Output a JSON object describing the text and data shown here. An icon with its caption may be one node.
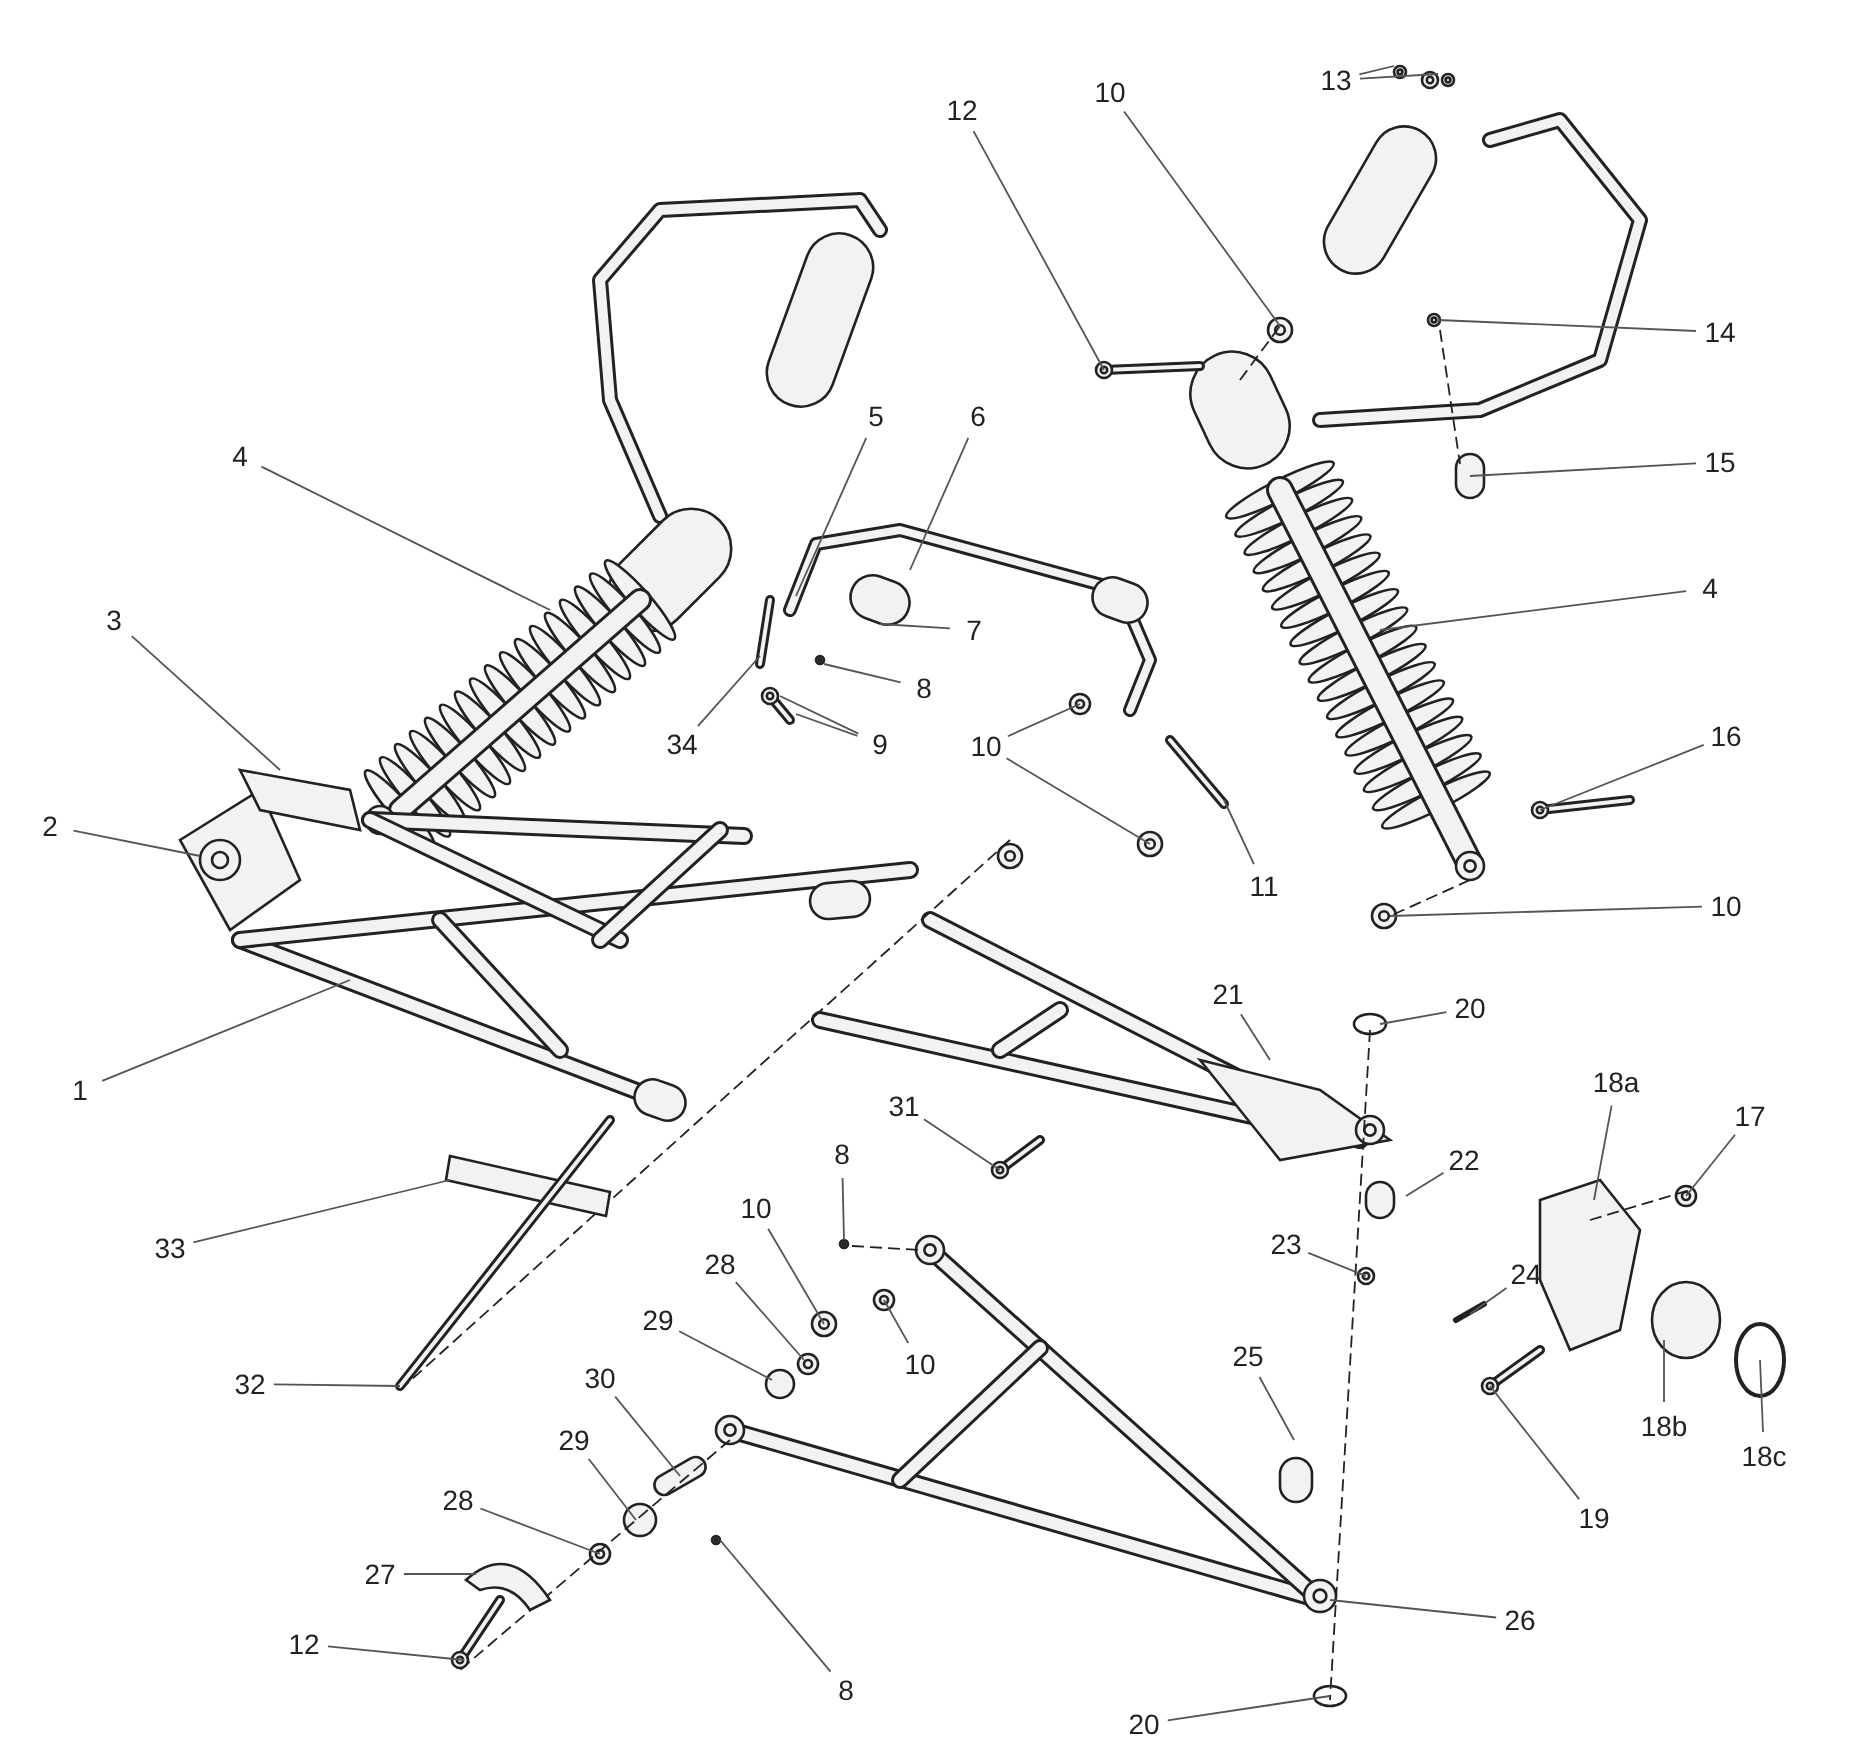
{
  "diagram": {
    "nodes": [
      {
        "text": [
          "13"
        ]
      },
      {
        "text": [
          "10"
        ]
      },
      {
        "text": [
          "12"
        ]
      },
      {
        "text": [
          "14"
        ]
      },
      {
        "text": [
          "6"
        ]
      },
      {
        "text": [
          "5"
        ]
      },
      {
        "text": [
          "4"
        ]
      },
      {
        "text": [
          "15"
        ]
      },
      {
        "text": [
          "4"
        ]
      },
      {
        "text": [
          "3"
        ]
      },
      {
        "text": [
          "7"
        ]
      },
      {
        "text": [
          "8"
        ]
      },
      {
        "text": [
          "34"
        ]
      },
      {
        "text": [
          "9"
        ]
      },
      {
        "text": [
          "16"
        ]
      },
      {
        "text": [
          "2"
        ]
      },
      {
        "text": [
          "10"
        ]
      },
      {
        "text": [
          "11"
        ]
      },
      {
        "text": [
          "10"
        ]
      },
      {
        "text": [
          "21"
        ]
      },
      {
        "text": [
          "20"
        ]
      },
      {
        "text": [
          "18a"
        ]
      },
      {
        "text": [
          "1"
        ]
      },
      {
        "text": [
          "31"
        ]
      },
      {
        "text": [
          "17"
        ]
      },
      {
        "text": [
          "22"
        ]
      },
      {
        "text": [
          "8"
        ]
      },
      {
        "text": [
          "33"
        ]
      },
      {
        "text": [
          "10"
        ]
      },
      {
        "text": [
          "23"
        ]
      },
      {
        "text": [
          "28"
        ]
      },
      {
        "text": [
          "24"
        ]
      },
      {
        "text": [
          "29"
        ]
      },
      {
        "text": [
          "10"
        ]
      },
      {
        "text": [
          "25"
        ]
      },
      {
        "text": [
          "30"
        ]
      },
      {
        "text": [
          "32"
        ]
      },
      {
        "text": [
          "18b"
        ]
      },
      {
        "text": [
          "29"
        ]
      },
      {
        "text": [
          "18c"
        ]
      },
      {
        "text": [
          "28"
        ]
      },
      {
        "text": [
          "19"
        ]
      },
      {
        "text": [
          "27"
        ]
      },
      {
        "text": [
          "26"
        ]
      },
      {
        "text": [
          "12"
        ]
      },
      {
        "text": [
          "8"
        ]
      },
      {
        "text": [
          "20"
        ]
      }
    ],
    "edges": [
      {
        "from": 0,
        "to": null,
        "arrow": "none"
      },
      {
        "from": 0,
        "to": null,
        "arrow": "none"
      },
      {
        "from": 1,
        "to": null,
        "arrow": "none"
      },
      {
        "from": 2,
        "to": null,
        "arrow": "none"
      },
      {
        "from": 3,
        "to": null,
        "arrow": "none"
      },
      {
        "from": 4,
        "to": null,
        "arrow": "none"
      },
      {
        "from": 5,
        "to": null,
        "arrow": "none"
      },
      {
        "from": 6,
        "to": null,
        "arrow": "none"
      },
      {
        "from": 7,
        "to": null,
        "arrow": "none"
      },
      {
        "from": 8,
        "to": null,
        "arrow": "none"
      },
      {
        "from": 9,
        "to": null,
        "arrow": "none"
      },
      {
        "from": 10,
        "to": null,
        "arrow": "none"
      },
      {
        "from": 11,
        "to": null,
        "arrow": "none"
      },
      {
        "from": 12,
        "to": null,
        "arrow": "none"
      },
      {
        "from": 13,
        "to": null,
        "arrow": "none"
      },
      {
        "from": 13,
        "to": null,
        "arrow": "none"
      },
      {
        "from": 14,
        "to": null,
        "arrow": "none"
      },
      {
        "from": 15,
        "to": null,
        "arrow": "none"
      },
      {
        "from": 16,
        "to": null,
        "arrow": "none"
      },
      {
        "from": 16,
        "to": null,
        "arrow": "none"
      },
      {
        "from": 17,
        "to": null,
        "arrow": "none"
      },
      {
        "from": 18,
        "to": null,
        "arrow": "none"
      },
      {
        "from": 19,
        "to": null,
        "arrow": "none"
      },
      {
        "from": 20,
        "to": null,
        "arrow": "none"
      },
      {
        "from": 21,
        "to": null,
        "arrow": "none"
      },
      {
        "from": 22,
        "to": null,
        "arrow": "none"
      },
      {
        "from": 23,
        "to": null,
        "arrow": "none"
      },
      {
        "from": 24,
        "to": null,
        "arrow": "none"
      },
      {
        "from": 25,
        "to": null,
        "arrow": "none"
      },
      {
        "from": 26,
        "to": null,
        "arrow": "none"
      },
      {
        "from": 27,
        "to": null,
        "arrow": "none"
      },
      {
        "from": 28,
        "to": null,
        "arrow": "none"
      },
      {
        "from": 29,
        "to": null,
        "arrow": "none"
      },
      {
        "from": 30,
        "to": null,
        "arrow": "none"
      },
      {
        "from": 31,
        "to": null,
        "arrow": "none"
      },
      {
        "from": 32,
        "to": null,
        "arrow": "none"
      },
      {
        "from": 33,
        "to": null,
        "arrow": "none"
      },
      {
        "from": 34,
        "to": null,
        "arrow": "none"
      },
      {
        "from": 35,
        "to": null,
        "arrow": "none"
      },
      {
        "from": 36,
        "to": null,
        "arrow": "none"
      },
      {
        "from": 37,
        "to": null,
        "arrow": "none"
      },
      {
        "from": 38,
        "to": null,
        "arrow": "none"
      },
      {
        "from": 39,
        "to": null,
        "arrow": "none"
      },
      {
        "from": 40,
        "to": null,
        "arrow": "none"
      },
      {
        "from": 41,
        "to": null,
        "arrow": "none"
      },
      {
        "from": 42,
        "to": null,
        "arrow": "none"
      },
      {
        "from": 43,
        "to": null,
        "arrow": "none"
      },
      {
        "from": 44,
        "to": null,
        "arrow": "none"
      },
      {
        "from": 45,
        "to": null,
        "arrow": "none"
      },
      {
        "from": 46,
        "to": null,
        "arrow": "none"
      }
    ]
  }
}
